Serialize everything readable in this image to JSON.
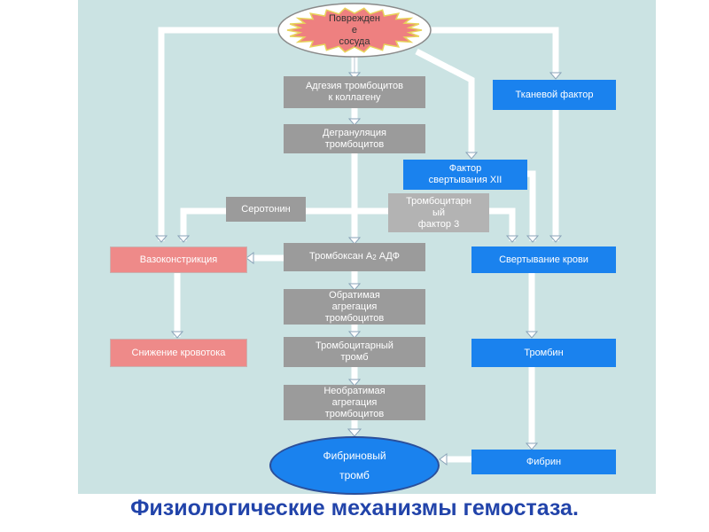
{
  "diagram": {
    "damage": "Поврежден\nе\nсосуда",
    "adhesion": "Адгезия тромбоцитов\nк коллагену",
    "degranulation": "Дегрануляция\nтромбоцитов",
    "serotonin": "Серотонин",
    "platelet_factor3": "Тромбоцитарн\nый\nфактор 3",
    "thromboxane_pre": "Тромбоксан А",
    "thromboxane_sub": "2",
    "thromboxane_post": " АДФ",
    "reversible_aggregation": "Обратимая\nагрегация\nтромбоцитов",
    "platelet_plug": "Тромбоцитарный\nтромб",
    "irreversible_aggregation": "Необратимая\nагрегация\nтромбоцитов",
    "fibrin_clot_line1": "Фибриновый",
    "fibrin_clot_line2": "тромб",
    "vasoconstriction": "Вазоконстрикция",
    "blood_flow_reduction": "Снижение кровотока",
    "tissue_factor": "Тканевой фактор",
    "factor_xii": "Фактор\nсвертывания XII",
    "coagulation": "Свертывание крови",
    "thrombin": "Тромбин",
    "fibrin": "Фибрин"
  },
  "caption": "Физиологические механизмы гемостаза.",
  "colors": {
    "panel": "#cbe3e3",
    "platelet_boxes": "#9b9b9b",
    "vascular_boxes": "#ee8a89",
    "coagulation_boxes": "#1a82ee",
    "caption": "#2244aa"
  }
}
